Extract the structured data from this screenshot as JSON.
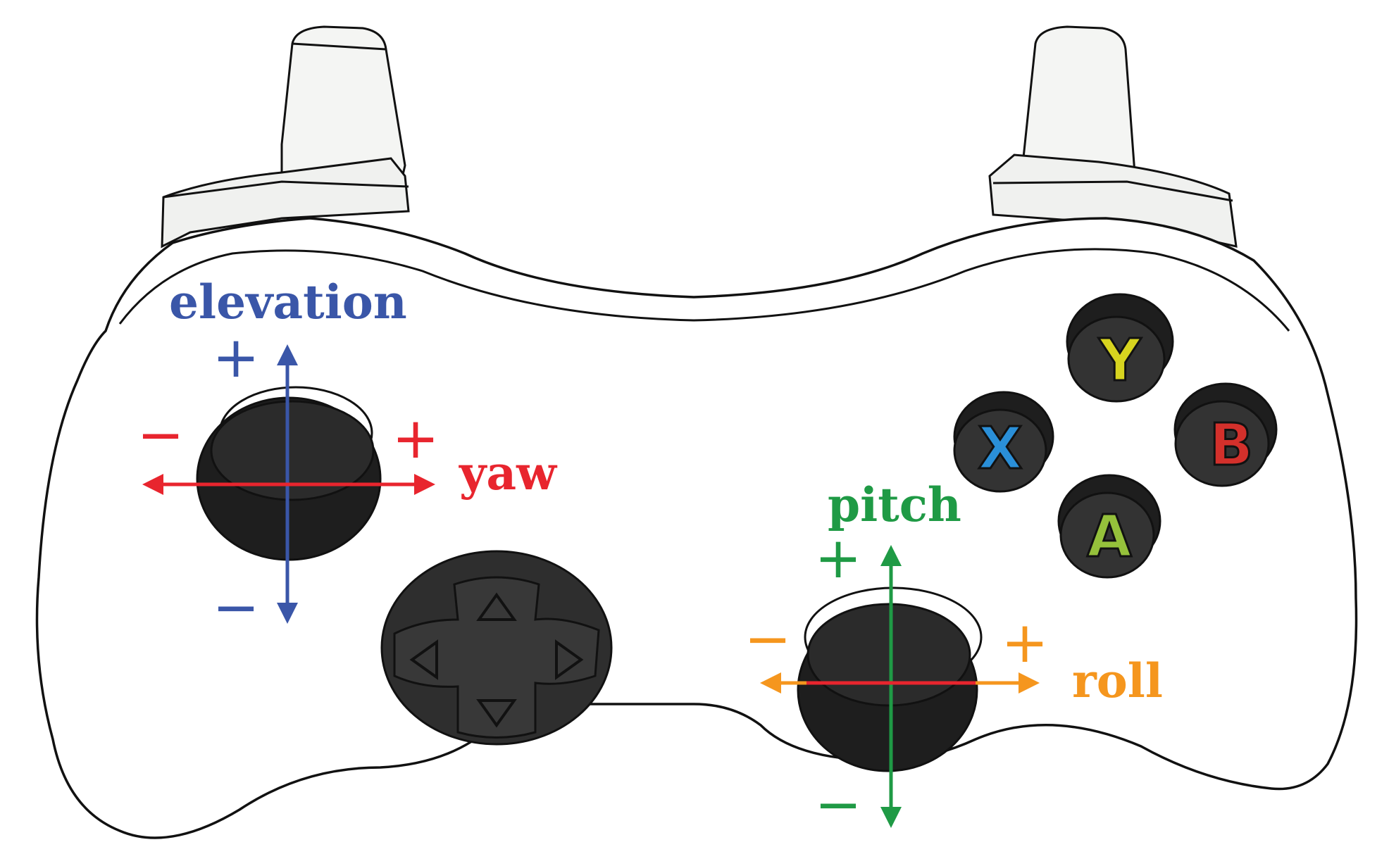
{
  "labels": {
    "elevation": "elevation",
    "yaw": "yaw",
    "pitch": "pitch",
    "roll": "roll"
  },
  "signs": {
    "elevation_plus": "+",
    "elevation_minus": "−",
    "yaw_plus": "+",
    "yaw_minus": "−",
    "pitch_plus": "+",
    "pitch_minus": "−",
    "roll_plus": "+",
    "roll_minus": "−"
  },
  "buttons": {
    "y": "Y",
    "x": "X",
    "b": "B",
    "a": "A"
  },
  "colors": {
    "elevation": "#3a56a8",
    "yaw": "#e8252e",
    "pitch": "#1f9a45",
    "roll": "#f5961e",
    "button_y": "#d7d41f",
    "button_x": "#2a8fd8",
    "button_b": "#d3302b",
    "button_a": "#95c13b",
    "button_dark": "#333333"
  },
  "icons": {
    "dpad_arrows": [
      "triangle-up-icon",
      "triangle-down-icon",
      "triangle-left-icon",
      "triangle-right-icon"
    ]
  }
}
